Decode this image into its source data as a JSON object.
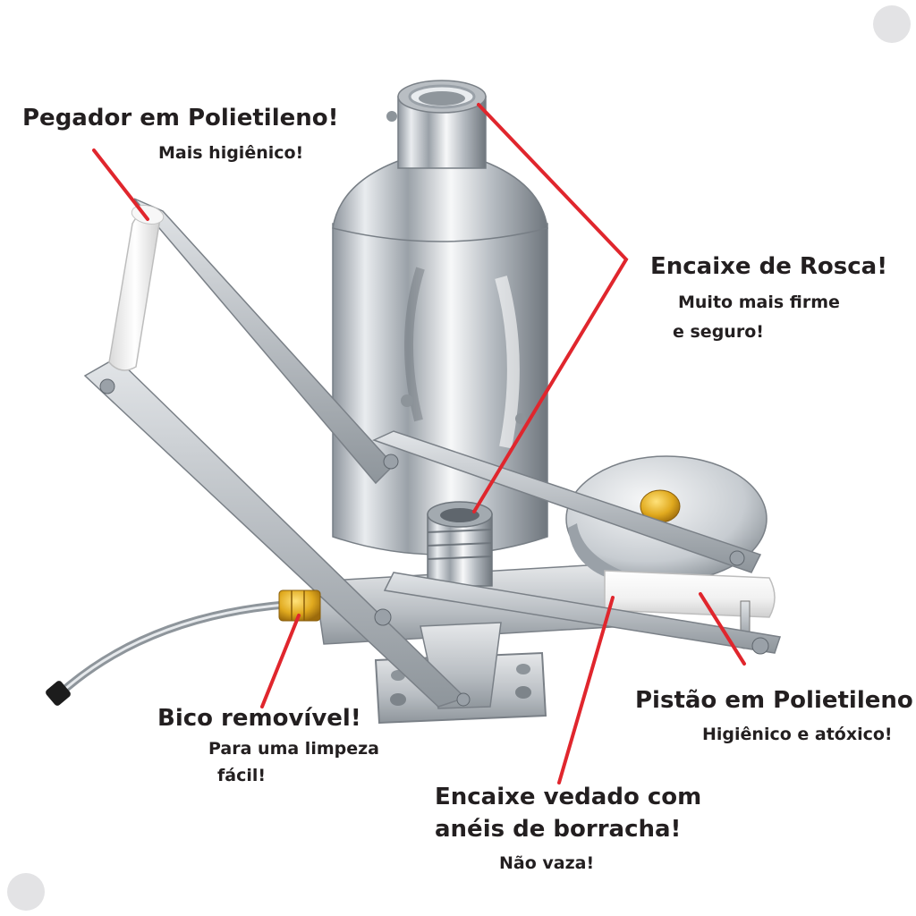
{
  "callouts": {
    "pegador": {
      "title": "Pegador em Polietileno!",
      "sub": "Mais higiênico!"
    },
    "rosca": {
      "title": "Encaixe de Rosca!",
      "sub_line1": "Muito mais firme",
      "sub_line2": "e seguro!"
    },
    "pistao": {
      "title": "Pistão em Polietileno!",
      "sub": "Higiênico e atóxico!"
    },
    "bico": {
      "title": "Bico removível!",
      "sub_line1": "Para uma limpeza",
      "sub_line2": "fácil!"
    },
    "vedado": {
      "title_line1": "Encaixe vedado com",
      "title_line2": "anéis de borracha!",
      "sub": "Não vaza!"
    }
  },
  "colors": {
    "callout_line": "#e0262d",
    "text": "#231f20",
    "steel": "#c9cdd2",
    "polyethylene": "#f3f3f3",
    "brass": "#d9a520"
  }
}
